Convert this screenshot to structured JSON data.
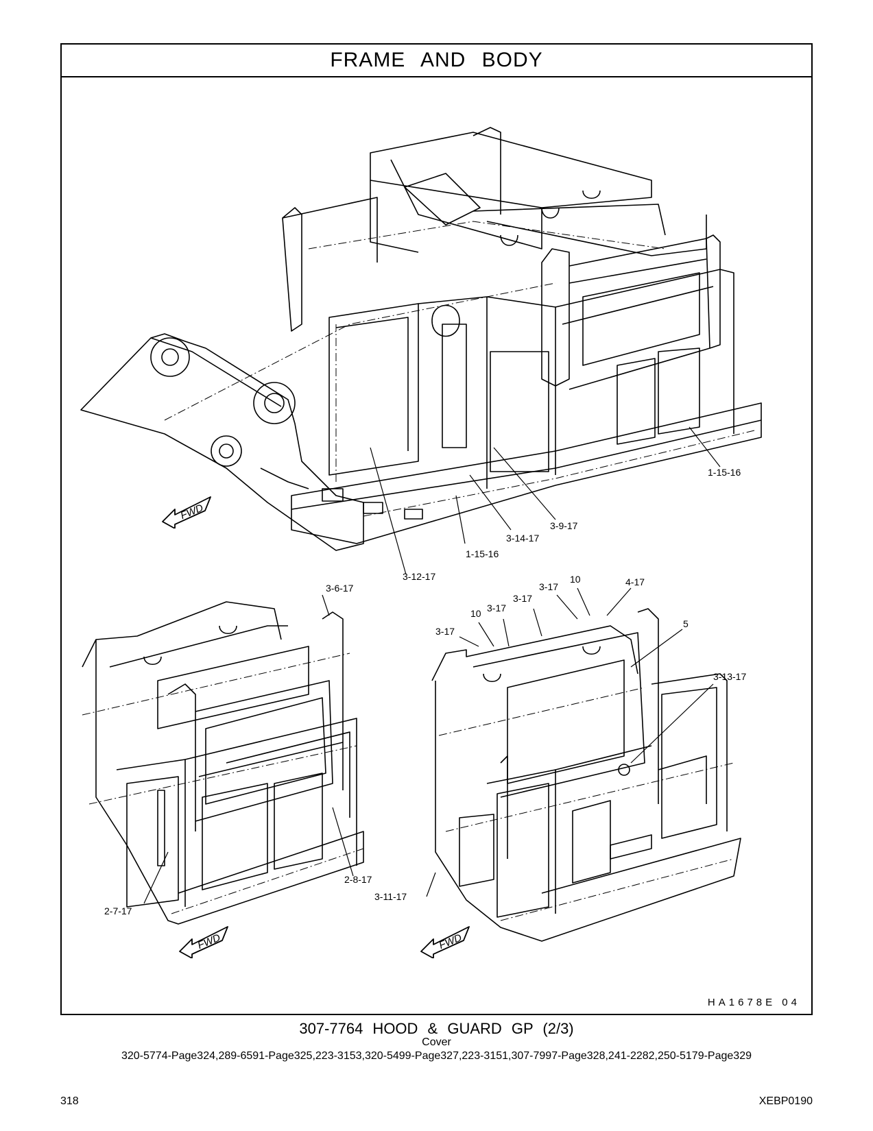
{
  "header": {
    "title": "FRAME AND BODY"
  },
  "illustration": {
    "id": "HA1678E 04",
    "fwd_label": "FWD",
    "callouts": {
      "c_1_15_16_a": "1-15-16",
      "c_3_9_17": "3-9-17",
      "c_3_14_17": "3-14-17",
      "c_1_15_16_b": "1-15-16",
      "c_3_12_17": "3-12-17",
      "c_3_6_17": "3-6-17",
      "c_2_8_17": "2-8-17",
      "c_2_7_17": "2-7-17",
      "c_3_11_17": "3-11-17",
      "c_10_a": "10",
      "c_3_17_a": "3-17",
      "c_3_17_b": "3-17",
      "c_3_17_c": "3-17",
      "c_10_b": "10",
      "c_4_17": "4-17",
      "c_3_17_d": "3-17",
      "c_5": "5",
      "c_3_13_17": "3-13-17"
    }
  },
  "caption": {
    "title": "307-7764 HOOD & GUARD GP (2/3)",
    "subtitle": "Cover",
    "references": "320-5774-Page324,289-6591-Page325,223-3153,320-5499-Page327,223-3151,307-7997-Page328,241-2282,250-5179-Page329"
  },
  "footer": {
    "page_number": "318",
    "doc_code": "XEBP0190"
  }
}
